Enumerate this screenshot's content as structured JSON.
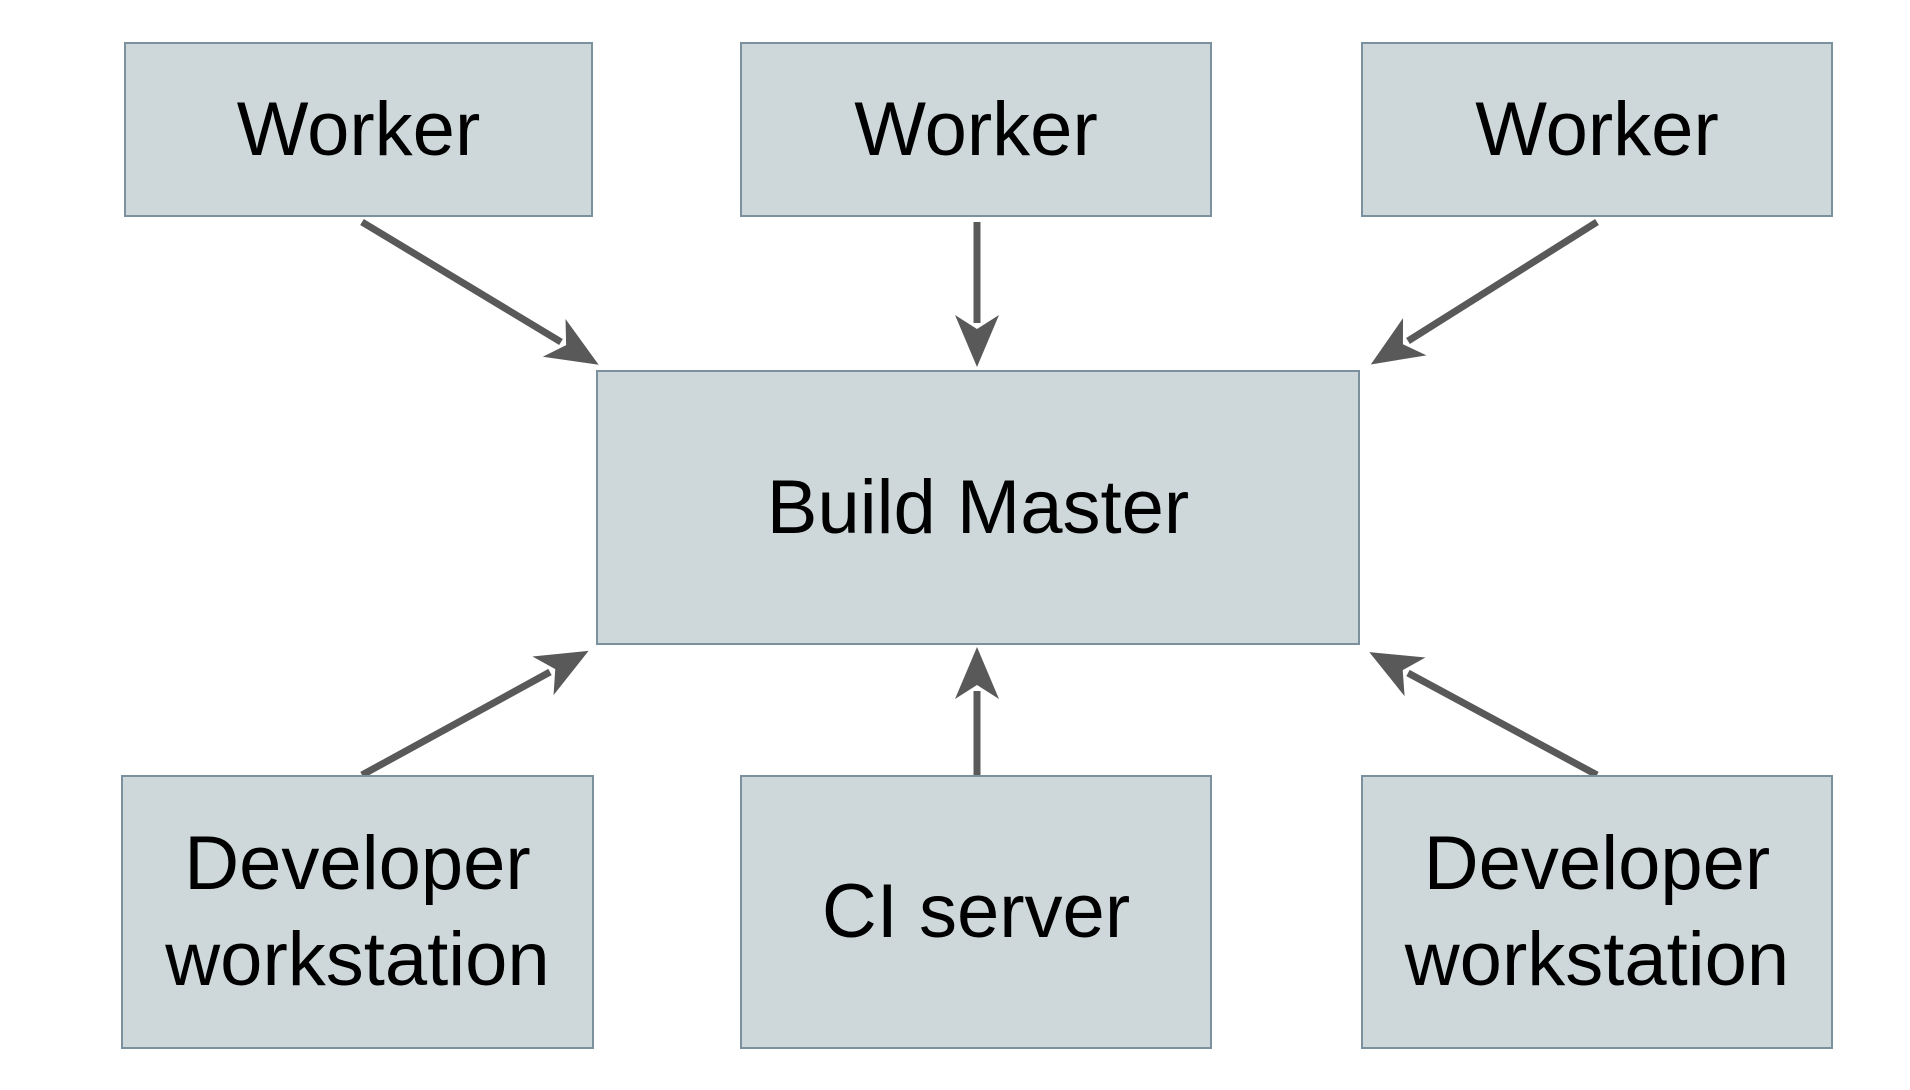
{
  "diagram": {
    "title": "",
    "nodes": {
      "worker_1": {
        "label": "Worker"
      },
      "worker_2": {
        "label": "Worker"
      },
      "worker_3": {
        "label": "Worker"
      },
      "build_master": {
        "label": "Build Master"
      },
      "developer_workstation_left": {
        "label": "Developer workstation"
      },
      "ci_server": {
        "label": "CI server"
      },
      "developer_workstation_right": {
        "label": "Developer workstation"
      }
    },
    "edges": [
      {
        "from": "worker-1",
        "to": "build-master"
      },
      {
        "from": "worker-2",
        "to": "build-master"
      },
      {
        "from": "worker-3",
        "to": "build-master"
      },
      {
        "from": "developer-workstation-left",
        "to": "build-master"
      },
      {
        "from": "ci-server",
        "to": "build-master"
      },
      {
        "from": "developer-workstation-right",
        "to": "build-master"
      }
    ],
    "colors": {
      "canvas_bg": "#ffffff",
      "node_fill": "#ced8da",
      "node_border": "#7b929e",
      "arrow": "#595959",
      "text": "#000000"
    }
  }
}
